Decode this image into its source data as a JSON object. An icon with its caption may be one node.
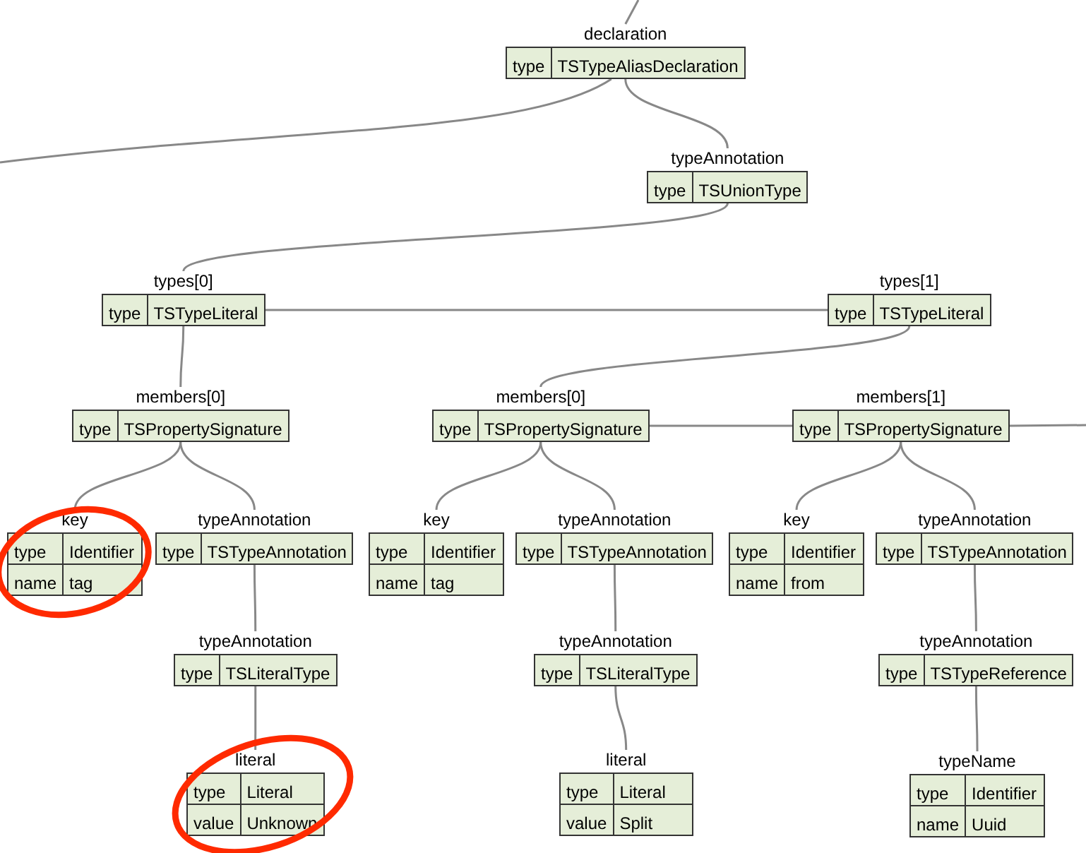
{
  "diagram": {
    "nodes": [
      {
        "text": [
          "declaration",
          "type",
          "TSTypeAliasDeclaration"
        ]
      },
      {
        "text": [
          "typeAnnotation",
          "type",
          "TSUnionType"
        ]
      },
      {
        "text": [
          "types[0]",
          "type",
          "TSTypeLiteral"
        ]
      },
      {
        "text": [
          "types[1]",
          "type",
          "TSTypeLiteral"
        ]
      },
      {
        "text": [
          "members[0]",
          "type",
          "TSPropertySignature"
        ]
      },
      {
        "text": [
          "key",
          "type",
          "Identifier",
          "name",
          "tag"
        ]
      },
      {
        "text": [
          "typeAnnotation",
          "type",
          "TSTypeAnnotation"
        ]
      },
      {
        "text": [
          "typeAnnotation",
          "type",
          "TSLiteralType"
        ]
      },
      {
        "text": [
          "literal",
          "type",
          "Literal",
          "value",
          "Unknown"
        ]
      },
      {
        "text": [
          "members[0]",
          "type",
          "TSPropertySignature"
        ]
      },
      {
        "text": [
          "key",
          "type",
          "Identifier",
          "name",
          "tag"
        ]
      },
      {
        "text": [
          "typeAnnotation",
          "type",
          "TSTypeAnnotation"
        ]
      },
      {
        "text": [
          "typeAnnotation",
          "type",
          "TSLiteralType"
        ]
      },
      {
        "text": [
          "literal",
          "type",
          "Literal",
          "value",
          "Split"
        ]
      },
      {
        "text": [
          "members[1]",
          "type",
          "TSPropertySignature"
        ]
      },
      {
        "text": [
          "key",
          "type",
          "Identifier",
          "name",
          "from"
        ]
      },
      {
        "text": [
          "typeAnnotation",
          "type",
          "TSTypeAnnotation"
        ]
      },
      {
        "text": [
          "typeAnnotation",
          "type",
          "TSTypeReference"
        ]
      },
      {
        "text": [
          "typeName",
          "type",
          "Identifier",
          "name",
          "Uuid"
        ]
      }
    ],
    "edges": [
      {
        "from": null,
        "to": 0,
        "arrow": "none"
      },
      {
        "from": 0,
        "to": null,
        "arrow": "none"
      },
      {
        "from": 0,
        "to": 1,
        "arrow": "none"
      },
      {
        "from": 1,
        "to": 2,
        "arrow": "none"
      },
      {
        "from": 2,
        "to": 3,
        "arrow": "none"
      },
      {
        "from": 2,
        "to": 4,
        "arrow": "none"
      },
      {
        "from": 3,
        "to": 9,
        "arrow": "none"
      },
      {
        "from": 4,
        "to": 5,
        "arrow": "none"
      },
      {
        "from": 4,
        "to": 6,
        "arrow": "none"
      },
      {
        "from": 6,
        "to": 7,
        "arrow": "none"
      },
      {
        "from": 7,
        "to": 8,
        "arrow": "none"
      },
      {
        "from": 9,
        "to": 14,
        "arrow": "none"
      },
      {
        "from": 9,
        "to": 10,
        "arrow": "none"
      },
      {
        "from": 9,
        "to": 11,
        "arrow": "none"
      },
      {
        "from": 11,
        "to": 12,
        "arrow": "none"
      },
      {
        "from": 12,
        "to": 13,
        "arrow": "none"
      },
      {
        "from": 14,
        "to": null,
        "arrow": "none"
      },
      {
        "from": 14,
        "to": 15,
        "arrow": "none"
      },
      {
        "from": 14,
        "to": 16,
        "arrow": "none"
      },
      {
        "from": 16,
        "to": 17,
        "arrow": "none"
      },
      {
        "from": 17,
        "to": 18,
        "arrow": "none"
      }
    ]
  }
}
